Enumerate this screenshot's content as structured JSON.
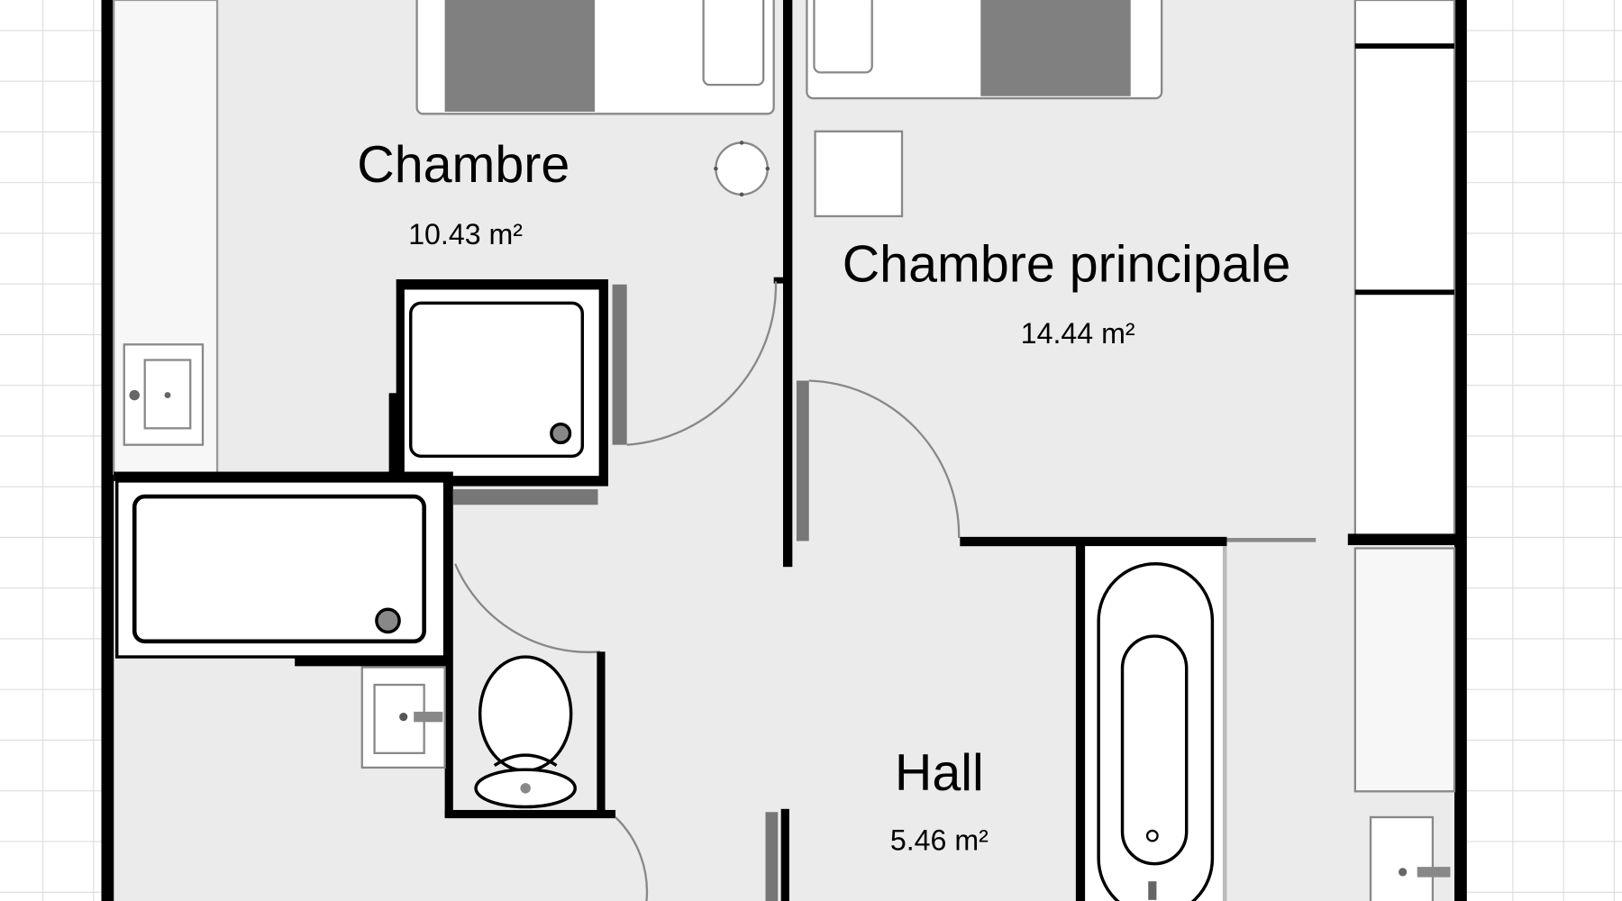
{
  "rooms": [
    {
      "name": "Chambre",
      "area": "10.43 m²"
    },
    {
      "name": "Chambre principale",
      "area": "14.44 m²"
    },
    {
      "name": "Hall",
      "area": "5.46 m²"
    }
  ],
  "colors": {
    "floor": "#ebebeb",
    "wall": "#000000",
    "grid": "#dcdcdc",
    "bed_cover": "#808080"
  }
}
